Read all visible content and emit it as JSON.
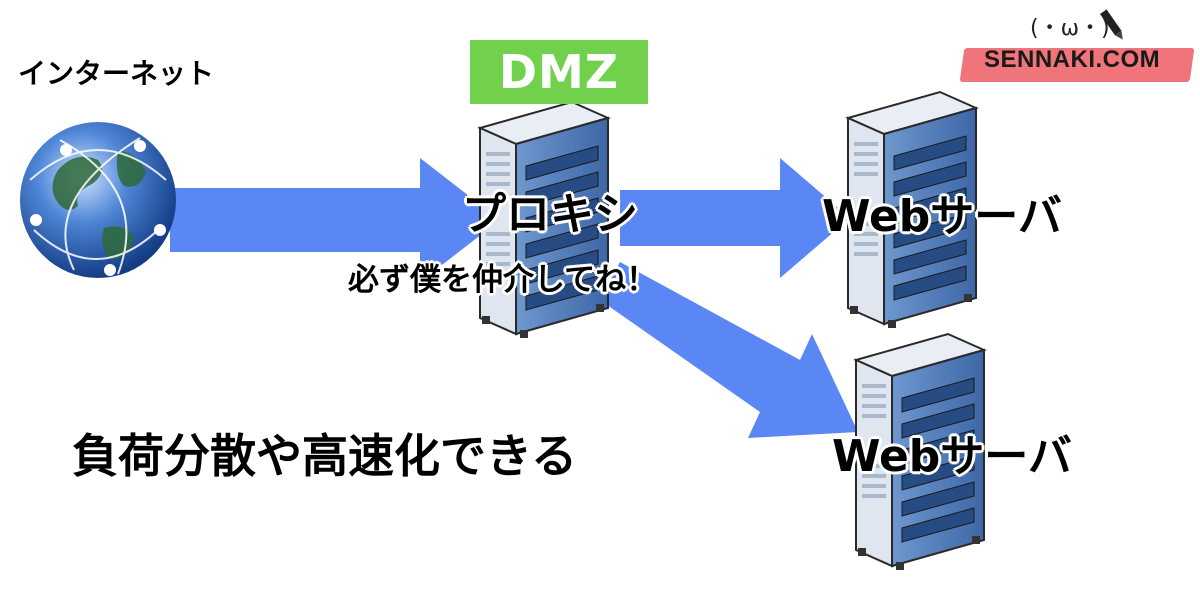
{
  "internet_label": "インターネット",
  "dmz_label": "DMZ",
  "proxy_label": "プロキシ",
  "proxy_note": "必ず僕を仲介してね！",
  "web_server_1_label": "Webサーバ",
  "web_server_2_label": "Webサーバ",
  "summary_text": "負荷分散や高速化できる",
  "brand": {
    "name": "SENNAKI.COM",
    "face": "(・ω・)"
  },
  "colors": {
    "arrow": "#5b87f5",
    "dmz_badge": "#71d04c",
    "brand_bar": "#f0757a",
    "server_body": "#dfe6f0",
    "server_panel": "#4c78b6"
  },
  "icons": [
    "globe-icon",
    "server-icon",
    "pen-icon"
  ]
}
